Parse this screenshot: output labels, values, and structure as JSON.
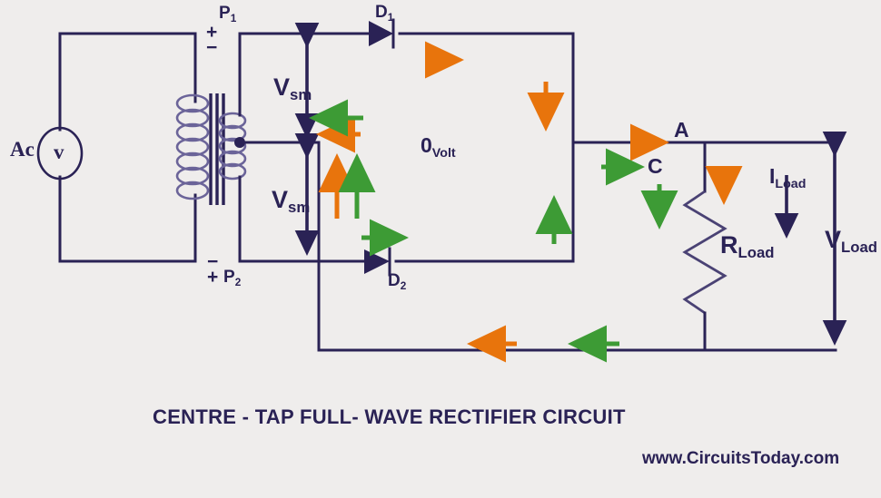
{
  "diagram": {
    "title": "CENTRE - TAP FULL- WAVE RECTIFIER CIRCUIT",
    "watermark": "www.CircuitsToday.com",
    "background_color": "#efedec",
    "wire_color": "#2a2255",
    "coil_color": "#6b6499",
    "half_cycle_colors": {
      "positive_orange": "#e8740c",
      "negative_green": "#3d9b35"
    }
  },
  "source": {
    "label": "Ac",
    "meter_symbol": "v"
  },
  "transformer": {
    "primary_top_label": "",
    "secondary_top_terminal": "P",
    "secondary_top_terminal_sub": "1",
    "secondary_bottom_terminal": "P",
    "secondary_bottom_terminal_sub": "2",
    "top_polarity_upper": "+",
    "top_polarity_lower": "−",
    "bottom_polarity_upper": "−",
    "bottom_polarity_lower": "+",
    "center_tap": true
  },
  "voltages": {
    "upper_half": "V",
    "upper_half_sub": "sm",
    "lower_half": "V",
    "lower_half_sub": "sm",
    "center_tap_potential": "0",
    "center_tap_potential_sub": "Volt",
    "load_voltage": "V",
    "load_voltage_sub": "Load"
  },
  "diodes": [
    {
      "label": "D",
      "sub": "1",
      "position": "top",
      "direction": "right"
    },
    {
      "label": "D",
      "sub": "2",
      "position": "bottom",
      "direction": "right"
    }
  ],
  "load": {
    "resistor_label": "R",
    "resistor_sub": "Load",
    "current_label": "I",
    "current_sub": "Load"
  },
  "nodes": [
    {
      "label": "A",
      "color": "#e8740c"
    },
    {
      "label": "C",
      "color": "#3d9b35"
    }
  ]
}
